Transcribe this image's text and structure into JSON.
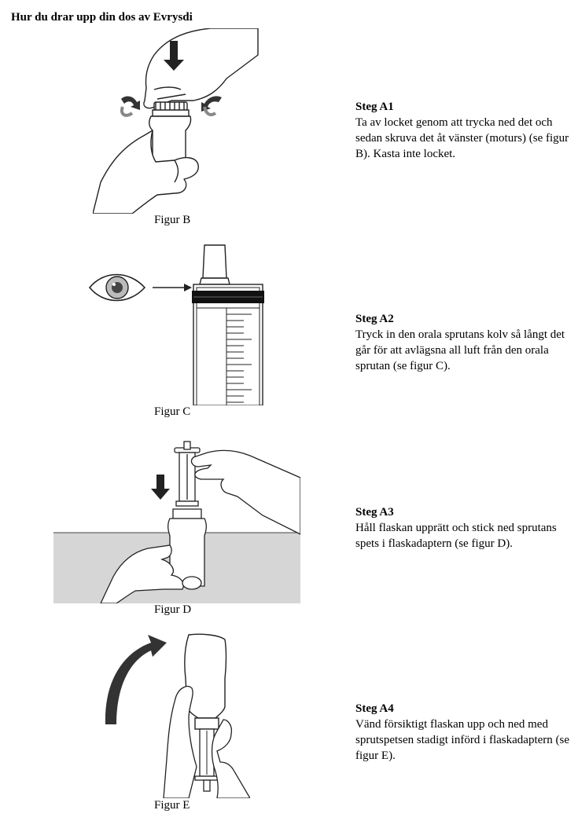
{
  "title": "Hur du drar upp din dos av Evrysdi",
  "figures": [
    {
      "caption": "Figur B"
    },
    {
      "caption": "Figur C"
    },
    {
      "caption": "Figur D"
    },
    {
      "caption": "Figur E"
    }
  ],
  "steps": [
    {
      "heading": "Steg A1",
      "text": "Ta av locket genom att trycka ned det och sedan skruva det åt vänster (moturs) (se figur B). Kasta inte locket."
    },
    {
      "heading": "Steg A2",
      "text": "Tryck in den orala sprutans kolv så långt det går för att avlägsna all luft från den orala sprutan (se figur C)."
    },
    {
      "heading": "Steg A3",
      "text": "Håll flaskan upprätt och stick ned sprutans spets i flaskadaptern (se figur D)."
    },
    {
      "heading": "Steg A4",
      "text": "Vänd försiktigt flaskan upp och ned med sprutspetsen stadigt införd i flaskadaptern (se figur E)."
    }
  ]
}
